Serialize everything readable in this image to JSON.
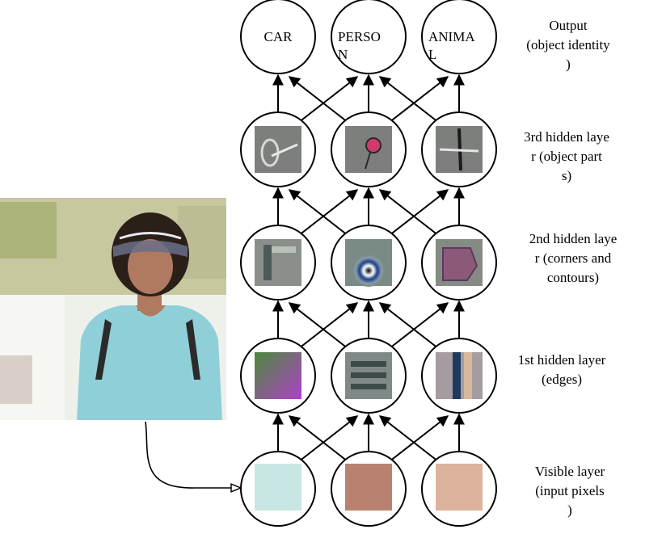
{
  "layers": [
    {
      "id": "output",
      "label": "Output\n(object identity\n)",
      "nodes": [
        "CAR",
        "PERSO\nN",
        "ANIMA\nL"
      ]
    },
    {
      "id": "hidden3",
      "label": "3rd hidden laye\nr  (object part\ns)",
      "content": "object-part features"
    },
    {
      "id": "hidden2",
      "label": "2nd hidden laye\nr  (corners and\ncontours)",
      "content": "corner and contour features"
    },
    {
      "id": "hidden1",
      "label": "1st hidden layer\n(edges)",
      "content": "edge features"
    },
    {
      "id": "visible",
      "label": "Visible layer\n(input pixels\n)",
      "pixels": [
        "#c8e6e4",
        "#b98270",
        "#dcb49e"
      ]
    }
  ],
  "colors": {
    "photo_background": "#f2f2ee",
    "photo_shirt": "#8fd0d8",
    "photo_skin": "#b07a60",
    "photo_hair": "#2a2018"
  }
}
